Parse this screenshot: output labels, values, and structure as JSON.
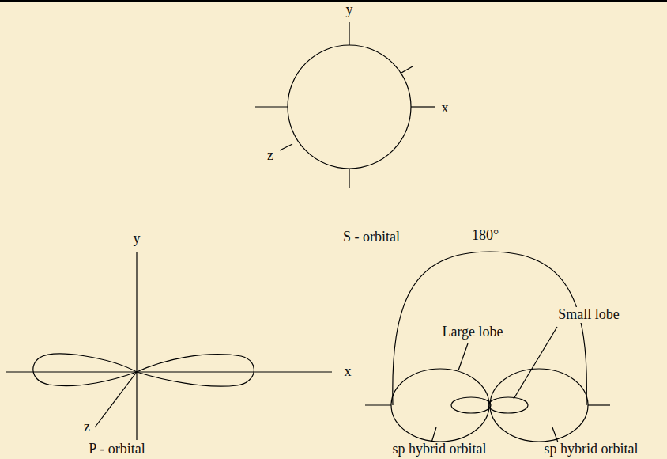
{
  "diagram": {
    "labels": [
      "y",
      "x",
      "z",
      "S - orbital",
      "y",
      "x",
      "z",
      "P - orbital",
      "180°",
      "Large lobe",
      "Small lobe",
      "sp hybrid orbital",
      "sp hybrid orbital"
    ]
  }
}
